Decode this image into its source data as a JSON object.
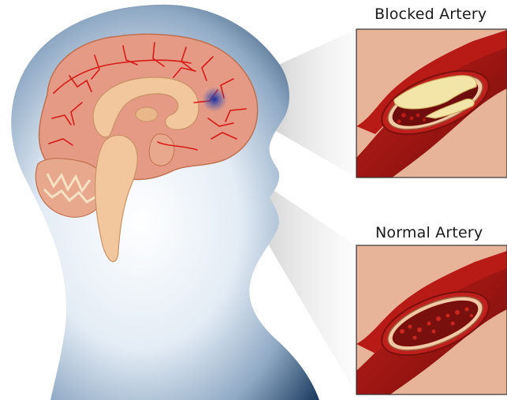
{
  "labels": {
    "blocked": "Blocked Artery",
    "normal": "Normal Artery"
  },
  "colors": {
    "head_dark": "#1f3f63",
    "head_light": "#f4f8fc",
    "brain_cortex": "#e49a84",
    "brain_inner": "#f2c79d",
    "vessel": "#d81a17",
    "artery_wall": "#a81a16",
    "panel_bg": "#e7b49a",
    "plaque": "#f3e4a8",
    "clot_spot": "#4060c8"
  },
  "icons": {
    "head": "head-silhouette",
    "brain": "brain-cross-section",
    "blockage": "clot-spot"
  }
}
